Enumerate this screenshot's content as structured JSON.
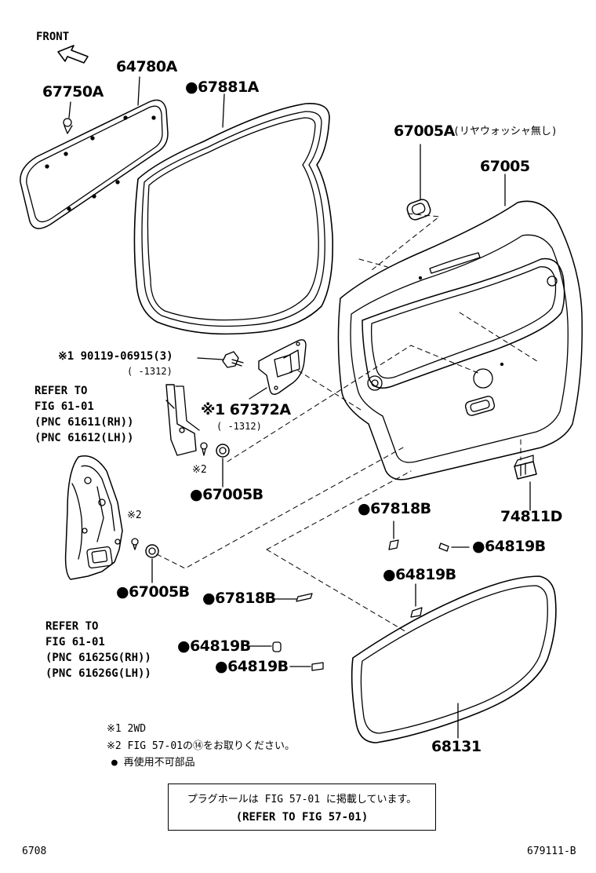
{
  "front_label": "FRONT",
  "parts": {
    "p64780A": "64780A",
    "p67750A": "67750A",
    "p67881A": "●67881A",
    "p67005A": "67005A",
    "p67005A_note": "(リヤウォッシャ無し)",
    "p67005": "67005",
    "bolt": "※1 90119-06915(3)",
    "bolt_range": "(     -1312)",
    "p67372A": "※1 67372A",
    "p67372A_range": "(     -1312)",
    "ref1": "REFER TO\nFIG 61-01\n(PNC 61611(RH))\n(PNC 61612(LH))",
    "mark2a": "※2",
    "p67005B_a": "●67005B",
    "mark2b": "※2",
    "p67818B_a": "●67818B",
    "p74811D": "74811D",
    "p64819B_a": "●64819B",
    "p64819B_b": "●64819B",
    "p67005B_b": "●67005B",
    "p67818B_b": "●67818B",
    "ref2": "REFER TO\nFIG 61-01\n(PNC 61625G(RH))\n(PNC 61626G(LH))",
    "p64819B_c": "●64819B",
    "p64819B_d": "●64819B",
    "p68131": "68131"
  },
  "notes": {
    "n1": "※1 2WD",
    "n2": "※2 FIG 57-01の⑭をお取りください。",
    "n3": "● 再使用不可部品"
  },
  "box": {
    "line1": "プラグホールは FIG 57-01 に掲載しています。",
    "line2": "(REFER TO FIG 57-01)"
  },
  "footer": {
    "left": "6708",
    "right": "679111-B"
  }
}
